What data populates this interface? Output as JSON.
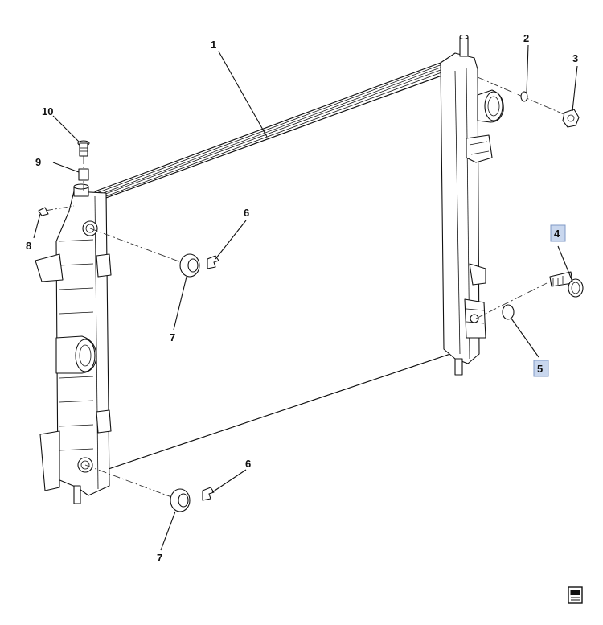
{
  "diagram": {
    "callouts": {
      "c1": "1",
      "c2": "2",
      "c3": "3",
      "c4": "4",
      "c5": "5",
      "c6a": "6",
      "c6b": "6",
      "c7a": "7",
      "c7b": "7",
      "c8": "8",
      "c9": "9",
      "c10": "10"
    },
    "highlighted_callouts": [
      "4",
      "5"
    ],
    "highlight_color": "#c9d7ee",
    "highlight_border_color": "#7f98c6",
    "corner_icon": "document-info-icon"
  }
}
